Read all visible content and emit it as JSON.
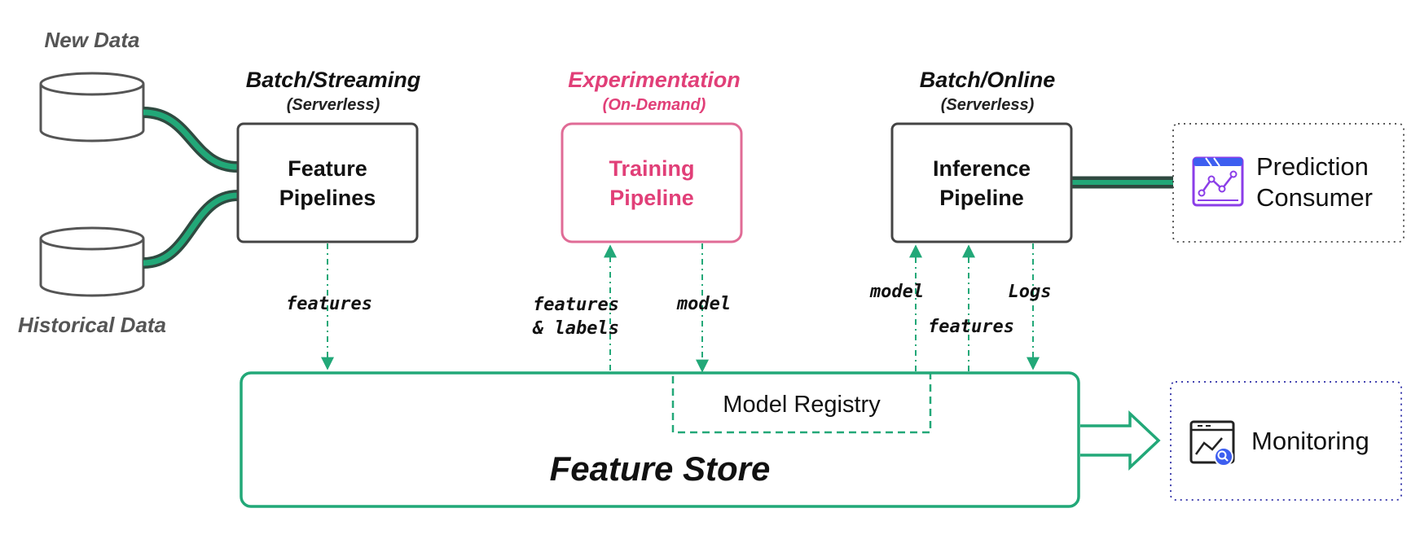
{
  "colors": {
    "green": "#22a878",
    "green_dark": "#2f4a40",
    "pink": "#e13f78",
    "pink_border": "#e06b96",
    "dark": "#444444",
    "gray_text": "#555555",
    "navy": "#2b2ba6",
    "icon_purple": "#8b3ee8",
    "icon_blue": "#3d5ef0"
  },
  "sources": {
    "new_data": "New Data",
    "historical_data": "Historical Data"
  },
  "stages": {
    "feature": {
      "title": "Batch/Streaming",
      "subtitle": "(Serverless)",
      "line1": "Feature",
      "line2": "Pipelines"
    },
    "training": {
      "title": "Experimentation",
      "subtitle": "(On-Demand)",
      "line1": "Training",
      "line2": "Pipeline"
    },
    "inference": {
      "title": "Batch/Online",
      "subtitle": "(Serverless)",
      "line1": "Inference",
      "line2": "Pipeline"
    }
  },
  "edges": {
    "features_to_store": "features",
    "features_labels_1": "features",
    "features_labels_2": "& labels",
    "model_to_registry": "model",
    "model_to_inference": "model",
    "features_to_inference": "features",
    "logs": "Logs"
  },
  "store": {
    "name": "Feature Store",
    "registry": "Model Registry"
  },
  "consumers": {
    "prediction_line1": "Prediction",
    "prediction_line2": "Consumer",
    "prediction_icon": "line-chart-window-icon",
    "monitoring": "Monitoring",
    "monitoring_icon": "chart-search-icon"
  }
}
